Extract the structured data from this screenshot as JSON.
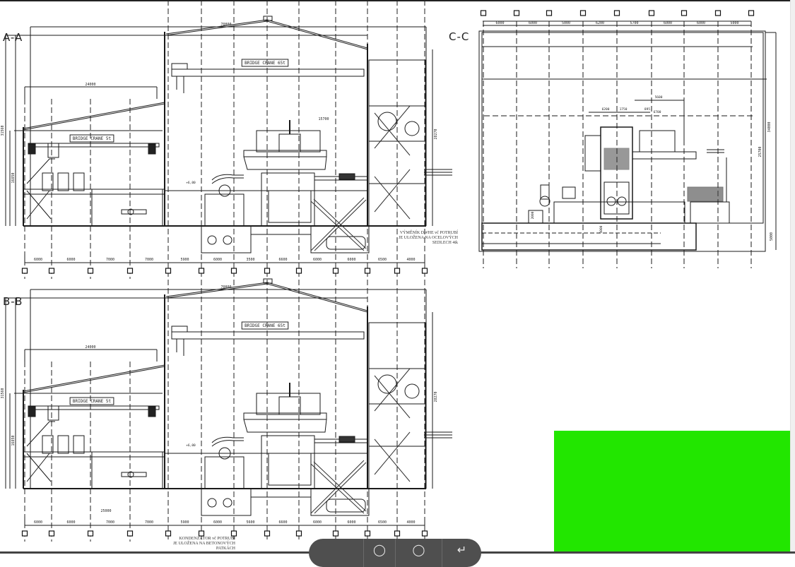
{
  "sections": {
    "aa": {
      "title": "A-A",
      "total_width": "70800",
      "crane_main": "BRIDGE CRANE 65t",
      "crane_small": "BRIDGE CRANE 5t",
      "span_small": "24000",
      "dim_span": "15700",
      "height_left": "31560",
      "height_lower": "16850",
      "height_right": "28270",
      "level_label": "+6,00"
    },
    "bb": {
      "title": "B-B",
      "total_width": "70800",
      "crane_main": "BRIDGE CRANE 65t",
      "crane_small": "BRIDGE CRANE 5t",
      "span_small": "24000",
      "height_left": "31560",
      "height_lower": "16850",
      "height_right": "28270",
      "level_label": "+6,00",
      "span_bottom": "25000"
    },
    "cc": {
      "title": "C-C",
      "height_1": "34000",
      "height_2": "25700",
      "height_base": "5000",
      "dims_inner": [
        "6200",
        "1750",
        "895",
        "6700",
        "5600",
        "2000",
        "1000"
      ]
    }
  },
  "axis_dims": {
    "aa": [
      "6000",
      "6000",
      "7000",
      "7000",
      "5900",
      "6000",
      "3500",
      "6600",
      "6000",
      "6000",
      "6500",
      "4000"
    ],
    "bb": [
      "6000",
      "6000",
      "7000",
      "7000",
      "5900",
      "6000",
      "5600",
      "6600",
      "6000",
      "6000",
      "6500",
      "4000"
    ],
    "cc": [
      "6000",
      "6000",
      "5000",
      "6200",
      "5700",
      "6000",
      "6000",
      "5000"
    ]
  },
  "notes": {
    "aa_note": "VÝMĚNÍK DWHE vč POTRUBÍ\nJE ULOŽENA NA OCELOVÝCH\nSEDLECH 4tk",
    "bb_note": "KONDENZÁTOR vč POTRUBÍ\nJE ULOŽENA NA BETONOVÝCH\nPATKÁCH"
  },
  "toolbar": {
    "icons": [
      "zoom-out-icon",
      "zoom-in-icon",
      "rotate-icon"
    ]
  },
  "colors": {
    "overlay": "#22e600",
    "toolbar": "#4f4f4f",
    "line": "#1a1a1a"
  }
}
